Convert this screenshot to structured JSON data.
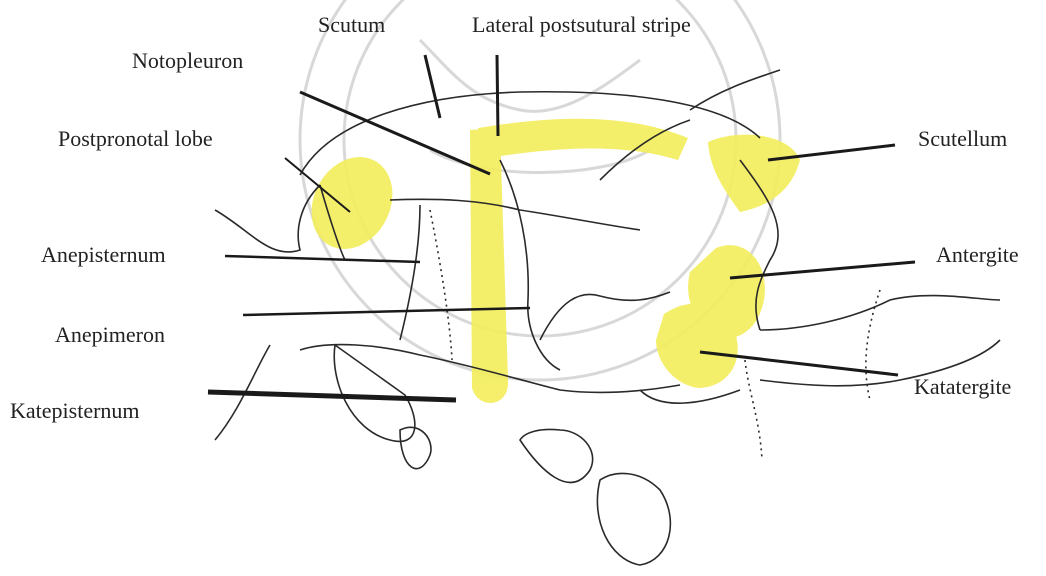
{
  "labels": {
    "scutum": "Scutum",
    "lateral_postsutural_stripe": "Lateral postsutural stripe",
    "notopleuron": "Notopleuron",
    "postpronotal_lobe": "Postpronotal lobe",
    "scutellum": "Scutellum",
    "anepisternum": "Anepisternum",
    "antergite": "Antergite",
    "anepimeron": "Anepimeron",
    "katepisternum": "Katepisternum",
    "katatergite": "Katatergite"
  },
  "colors": {
    "highlight": "#f4ee5e",
    "ink": "#2a2a2a",
    "watermark": "#cfcfcf"
  }
}
